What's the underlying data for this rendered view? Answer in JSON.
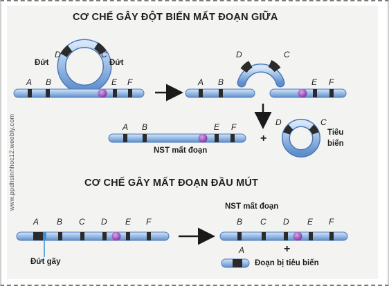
{
  "titles": {
    "interstitial": "CƠ CHẾ GÂY ĐỘT BIẾN MẤT ĐOẠN GIỮA",
    "terminal": "CƠ CHẾ GÂY MẤT ĐOẠN ĐẦU MÚT"
  },
  "gene_labels": {
    "a": "A",
    "b": "B",
    "c": "C",
    "d": "D",
    "e": "E",
    "f": "F"
  },
  "break_label": "Đứt",
  "deleted_chromosome_label": "NST mất đoạn",
  "lost_loop_label_line1": "Tiêu",
  "lost_loop_label_line2": "biến",
  "plus_sign": "+",
  "break_point_label": "Đứt gãy",
  "lost_fragment_label": "Đoạn bị tiêu biến",
  "watermark": "www.ppdhsinhhoc12.weebly.com",
  "colors": {
    "chromosome": "#9fbfe6",
    "chromosome_edge": "#4a78b8",
    "band": "#2b2b2b",
    "centromere": "#8e44ad",
    "arrow": "#1a1a1a",
    "background": "#f3f3f2"
  }
}
